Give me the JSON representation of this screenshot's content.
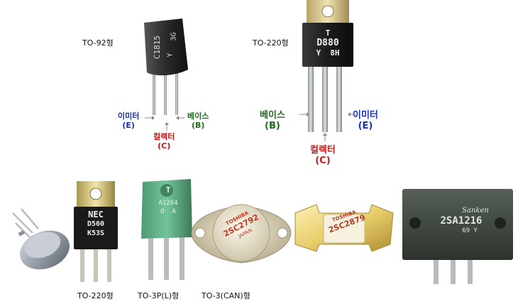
{
  "captions": {
    "to92": "TO-92형",
    "to220_top": "TO-220형",
    "to220_bottom": "TO-220형",
    "to3p": "TO-3P(L)형",
    "to3can": "TO-3(CAN)형"
  },
  "to92": {
    "marking_line1": "C1815",
    "marking_line2": "Y",
    "marking_line3": "3G",
    "emitter": {
      "ko": "이미터",
      "en": "(E)"
    },
    "base": {
      "ko": "베이스",
      "en": "(B)"
    },
    "collector": {
      "ko": "컬렉터",
      "en": "(C)"
    }
  },
  "to220": {
    "marking_line1": "T",
    "marking_line2": "D880",
    "marking_line3": "Y  8H",
    "base": {
      "ko": "베이스",
      "en": "(B)"
    },
    "emitter": {
      "ko": "이미터",
      "en": "(E)"
    },
    "collector": {
      "ko": "컬렉터",
      "en": "(C)"
    }
  },
  "photos": {
    "nec_line1": "NEC",
    "nec_line2": "D560",
    "nec_line3": "K53S",
    "to3p_line1": "T",
    "to3p_line2": "A1264",
    "to3p_line3": "O  A",
    "can_line1": "TOSHIBA",
    "can_line2": "2SC2792",
    "can_line3": "JAPAN",
    "flat_line1": "TOSHIBA",
    "flat_line2": "2SC2879",
    "sanken_logo": "Sanken",
    "sanken_line1": "2SA1216",
    "sanken_line2": "69 Y"
  },
  "colors": {
    "emitter_label": "#1a2fb8",
    "base_label": "#1f6b1f",
    "collector_label": "#c01a1a"
  }
}
